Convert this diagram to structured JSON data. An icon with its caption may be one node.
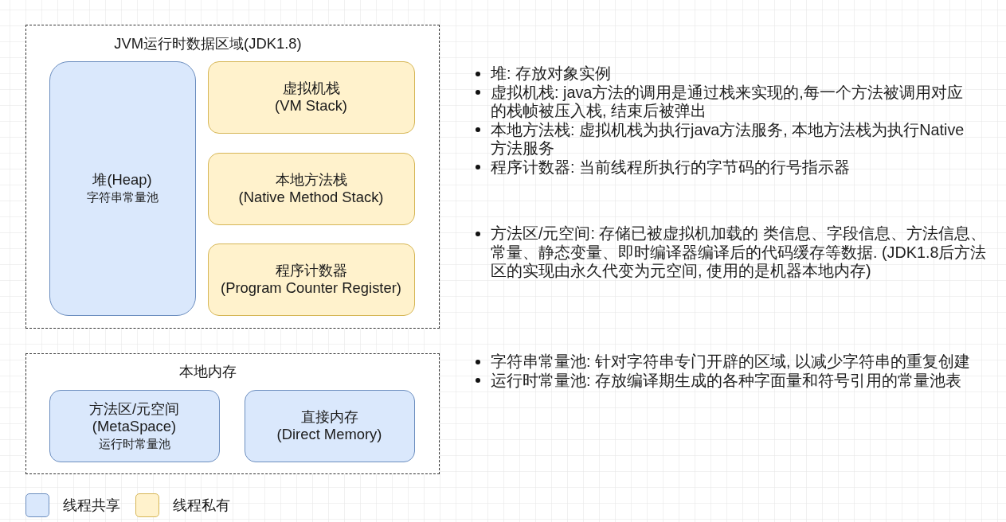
{
  "diagram": {
    "nodes": [
      {
        "text": [
          "JVM运行时数据区域(JDK1.8)"
        ]
      },
      {
        "text": [
          "堆(Heap)",
          "字符串常量池"
        ],
        "in": 0
      },
      {
        "text": [
          "虚拟机栈",
          "(VM Stack)"
        ],
        "in": 0
      },
      {
        "text": [
          "本地方法栈",
          "(Native Method Stack)"
        ],
        "in": 0
      },
      {
        "text": [
          "程序计数器",
          "(Program Counter Register)"
        ],
        "in": 0
      },
      {
        "text": [
          "本地内存"
        ]
      },
      {
        "text": [
          "方法区/元空间",
          "(MetaSpace)",
          "运行时常量池"
        ],
        "in": 5
      },
      {
        "text": [
          "直接内存",
          "(Direct Memory)"
        ],
        "in": 5
      }
    ],
    "labels": [
      "堆: 存放对象实例",
      "虚拟机栈: java方法的调用是通过栈来实现的,每一个方法被调用对应的栈帧被压入栈, 结束后被弹出",
      "本地方法栈: 虚拟机栈为执行java方法服务, 本地方法栈为执行Native方法服务",
      "程序计数器: 当前线程所执行的字节码的行号指示器",
      "方法区/元空间: 存储已被虚拟机加载的 类信息、字段信息、方法信息、常量、静态变量、即时编译器编译后的代码缓存等数据. (JDK1.8后方法区的实现由永久代变为元空间, 使用的是机器本地内存)",
      "字符串常量池: 针对字符串专门开辟的区域, 以减少字符串的重复创建",
      "运行时常量池: 存放编译期生成的各种字面量和符号引用的常量池表"
    ],
    "legend": [
      {
        "text": "线程共享",
        "color": "#dae8fc"
      },
      {
        "text": "线程私有",
        "color": "#fff2cc"
      }
    ]
  }
}
